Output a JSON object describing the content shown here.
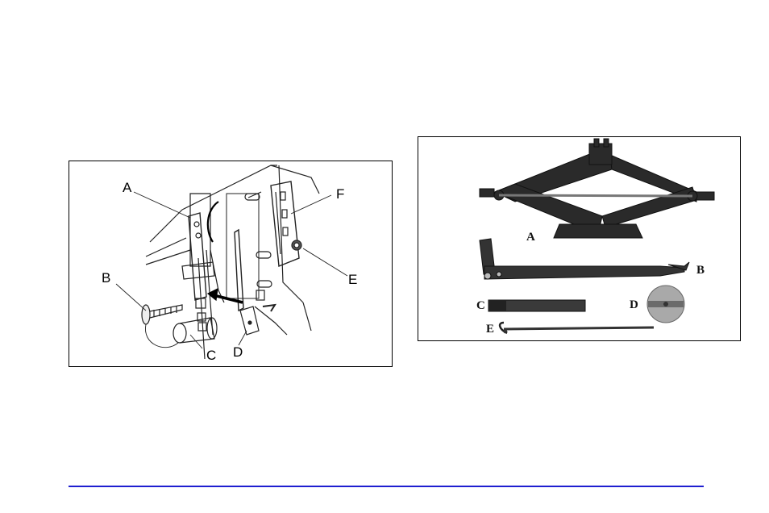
{
  "left_figure": {
    "labels": {
      "a": "A",
      "b": "B",
      "c": "C",
      "d": "D",
      "e": "E",
      "f": "F"
    }
  },
  "right_figure": {
    "labels": {
      "a": "A",
      "b": "B",
      "c": "C",
      "d": "D",
      "e": "E"
    }
  },
  "colors": {
    "footer_rule": "#1f1fd0",
    "frame": "#000000",
    "tool_metal": "#2a2a2a"
  }
}
